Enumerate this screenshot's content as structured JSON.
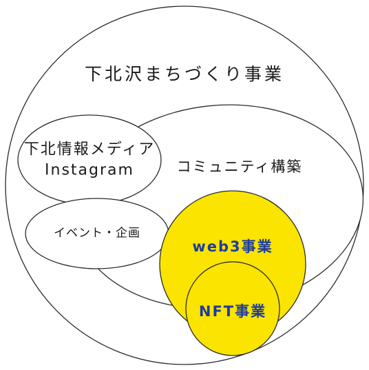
{
  "title": "下北沢まちづくり事業",
  "nodes": {
    "community": "コミュニティ構築",
    "media": [
      "下北情報メディア",
      "Instagram"
    ],
    "event": "イベント・企画",
    "web3": "web3事業",
    "nft": "NFT事業"
  },
  "colors": {
    "stroke": "#2a2a2a",
    "text": "#1a1a1a",
    "highlight_fill": "#fae400",
    "highlight_text": "#1f3c9c",
    "background": "#ffffff"
  }
}
